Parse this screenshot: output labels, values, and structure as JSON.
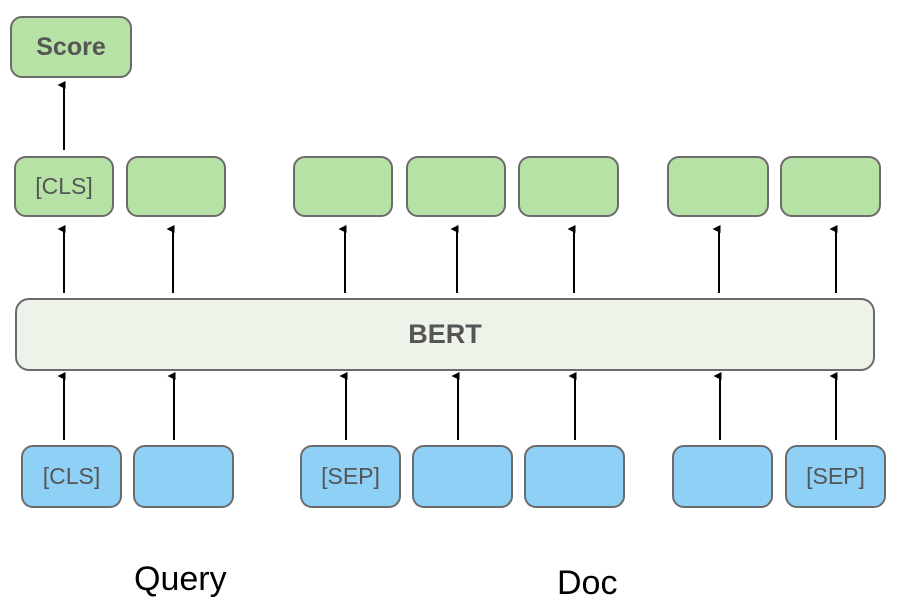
{
  "score_label": "Score",
  "bert_label": "BERT",
  "output_tokens": [
    "[CLS]",
    "",
    "",
    "",
    "",
    "",
    ""
  ],
  "input_tokens": [
    "[CLS]",
    "",
    "[SEP]",
    "",
    "",
    "",
    "[SEP]"
  ],
  "captions": {
    "query": "Query",
    "doc": "Doc"
  },
  "colors": {
    "output_fill": "#b6e3a5",
    "input_fill": "#8fd0f7",
    "bert_fill": "#eef3ea",
    "border": "#6b6b6b"
  }
}
